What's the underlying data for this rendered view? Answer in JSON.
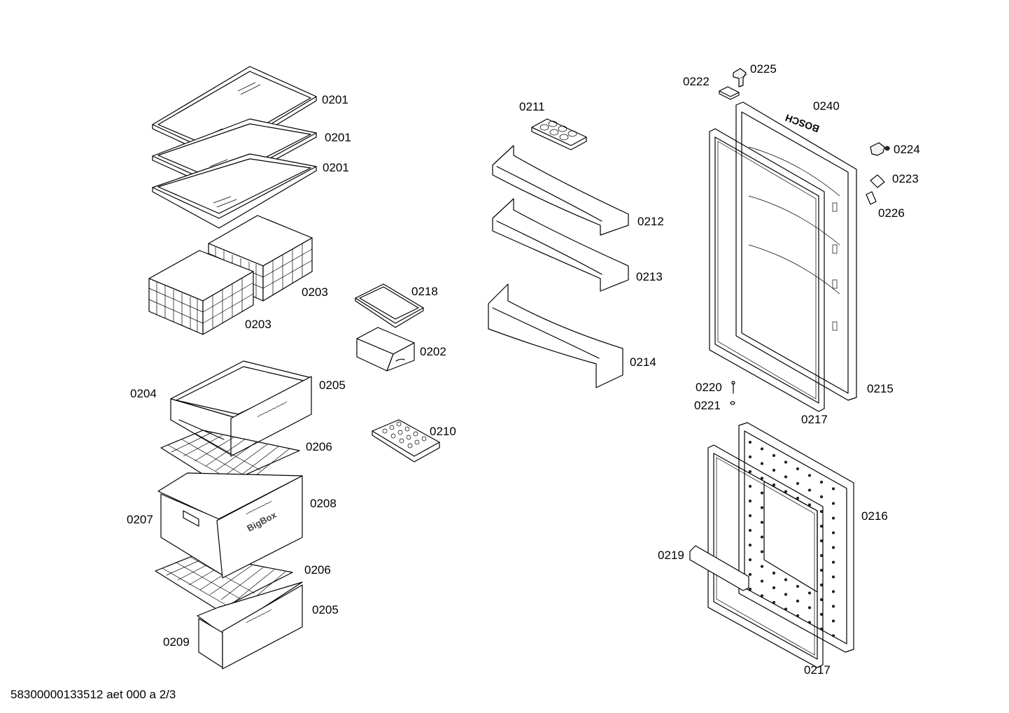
{
  "parts": [
    {
      "id": "shelf_top",
      "number": "0201"
    },
    {
      "id": "shelf_mid",
      "number": "0201"
    },
    {
      "id": "shelf_bot",
      "number": "0201"
    },
    {
      "id": "basket_rear",
      "number": "0203"
    },
    {
      "id": "basket_front",
      "number": "0203"
    },
    {
      "id": "tray_cover",
      "number": "0218"
    },
    {
      "id": "small_box",
      "number": "0202"
    },
    {
      "id": "drawer_upper_handle",
      "number": "0204"
    },
    {
      "id": "drawer_upper",
      "number": "0205"
    },
    {
      "id": "grid_upper",
      "number": "0206"
    },
    {
      "id": "ice_tray",
      "number": "0210"
    },
    {
      "id": "bigbox_handle",
      "number": "0207"
    },
    {
      "id": "bigbox",
      "number": "0208"
    },
    {
      "id": "grid_lower",
      "number": "0206"
    },
    {
      "id": "drawer_lower",
      "number": "0205"
    },
    {
      "id": "drawer_lower_handle",
      "number": "0209"
    },
    {
      "id": "egg_tray",
      "number": "0211"
    },
    {
      "id": "door_shelf_1",
      "number": "0212"
    },
    {
      "id": "door_shelf_2",
      "number": "0213"
    },
    {
      "id": "door_shelf_3",
      "number": "0214"
    },
    {
      "id": "bracket_a",
      "number": "0222"
    },
    {
      "id": "hinge_top",
      "number": "0225"
    },
    {
      "id": "logo",
      "number": "0240"
    },
    {
      "id": "hinge_right",
      "number": "0224"
    },
    {
      "id": "clip",
      "number": "0223"
    },
    {
      "id": "cap",
      "number": "0226"
    },
    {
      "id": "screw",
      "number": "0220"
    },
    {
      "id": "washer",
      "number": "0221"
    },
    {
      "id": "fridge_door",
      "number": "0215"
    },
    {
      "id": "fridge_gasket",
      "number": "0217"
    },
    {
      "id": "freezer_door",
      "number": "0216"
    },
    {
      "id": "freezer_handle",
      "number": "0219"
    },
    {
      "id": "freezer_gasket",
      "number": "0217"
    }
  ],
  "brand_on_door": "BOSCH",
  "drawer_lettering": "BigBox",
  "footer": "58300000133512 aet 000 a 2/3"
}
